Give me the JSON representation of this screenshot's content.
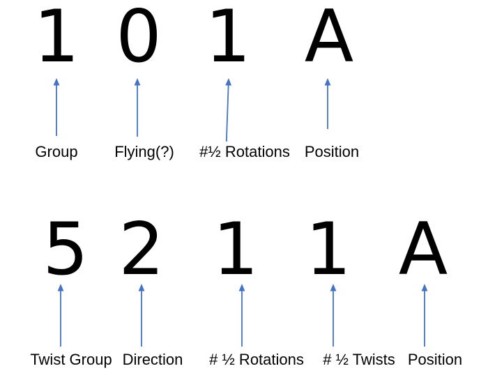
{
  "colors": {
    "accent": "#4472C4",
    "text": "#000000",
    "background": "#FFFFFF"
  },
  "rows": [
    {
      "parts": [
        {
          "char": "1",
          "label": "Group"
        },
        {
          "char": "0",
          "label": "Flying(?)"
        },
        {
          "char": "1",
          "label": "#½ Rotations"
        },
        {
          "char": "A",
          "label": "Position"
        }
      ]
    },
    {
      "parts": [
        {
          "char": "5",
          "label": "Twist Group"
        },
        {
          "char": "2",
          "label": "Direction"
        },
        {
          "char": "1",
          "label": "# ½ Rotations"
        },
        {
          "char": "1",
          "label": "# ½ Twists"
        },
        {
          "char": "A",
          "label": "Position"
        }
      ]
    }
  ]
}
